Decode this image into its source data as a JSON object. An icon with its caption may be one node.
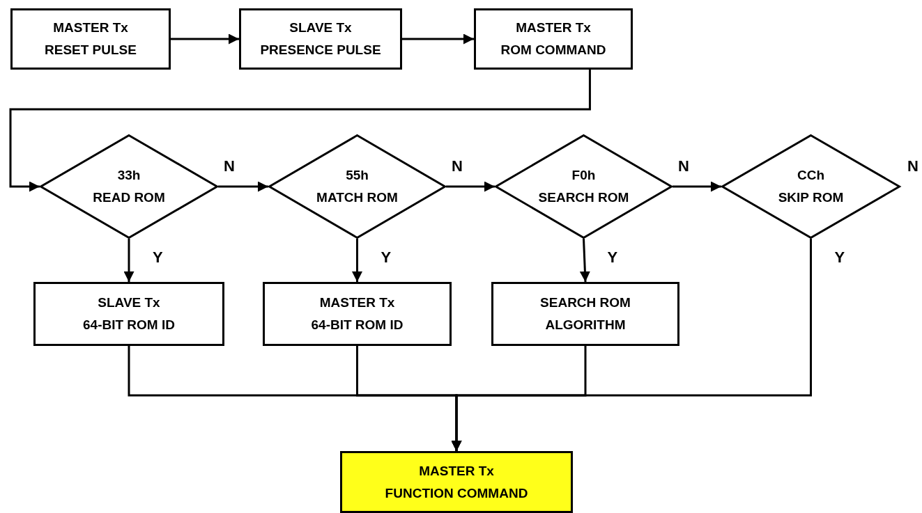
{
  "diagram": {
    "nodes": [
      {
        "text": [
          "MASTER Tx",
          "RESET PULSE"
        ]
      },
      {
        "text": [
          "SLAVE Tx",
          "PRESENCE PULSE"
        ]
      },
      {
        "text": [
          "MASTER Tx",
          "ROM COMMAND"
        ]
      },
      {
        "text": [
          "33h",
          "READ ROM"
        ]
      },
      {
        "text": [
          "55h",
          "MATCH ROM"
        ]
      },
      {
        "text": [
          "F0h",
          "SEARCH ROM"
        ]
      },
      {
        "text": [
          "CCh",
          "SKIP ROM"
        ]
      },
      {
        "text": [
          "SLAVE Tx",
          "64-BIT ROM ID"
        ]
      },
      {
        "text": [
          "MASTER Tx",
          "64-BIT ROM ID"
        ]
      },
      {
        "text": [
          "SEARCH ROM",
          "ALGORITHM"
        ]
      },
      {
        "text": [
          "MASTER Tx",
          "FUNCTION COMMAND"
        ]
      }
    ],
    "edges": [
      {
        "from": 0,
        "to": 1,
        "arrow": "to"
      },
      {
        "from": 1,
        "to": 2,
        "arrow": "to"
      },
      {
        "from": 2,
        "to": 3,
        "arrow": "to"
      },
      {
        "from": 3,
        "to": 4,
        "arrow": "to",
        "label": "N"
      },
      {
        "from": 4,
        "to": 5,
        "arrow": "to",
        "label": "N"
      },
      {
        "from": 5,
        "to": 6,
        "arrow": "to",
        "label": "N"
      },
      {
        "from": 3,
        "to": 7,
        "arrow": "to",
        "label": "Y"
      },
      {
        "from": 4,
        "to": 8,
        "arrow": "to",
        "label": "Y"
      },
      {
        "from": 5,
        "to": 9,
        "arrow": "to",
        "label": "Y"
      },
      {
        "from": 7,
        "to": 10,
        "arrow": "to"
      },
      {
        "from": 8,
        "to": 10,
        "arrow": "to"
      },
      {
        "from": 9,
        "to": 10,
        "arrow": "to"
      },
      {
        "from": 6,
        "to": 10,
        "arrow": "to",
        "label": "Y"
      }
    ],
    "labels": [
      "N"
    ]
  }
}
